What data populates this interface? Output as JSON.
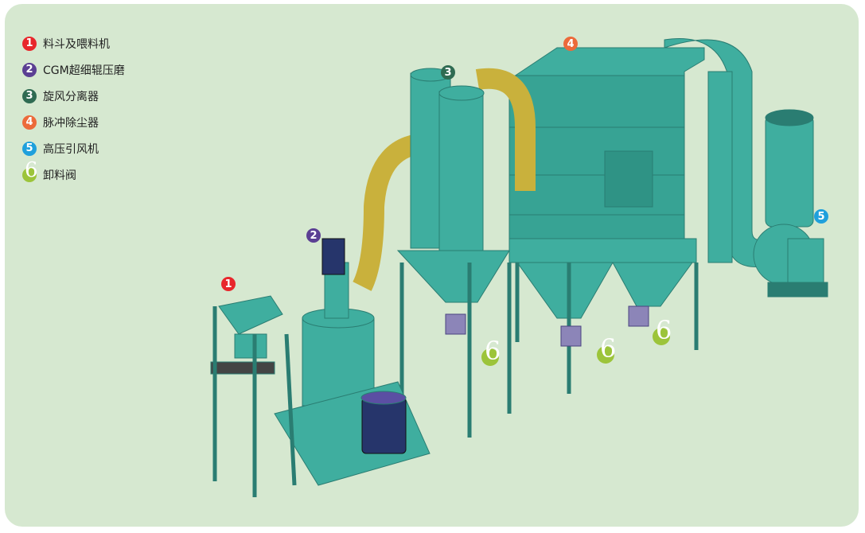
{
  "legend": [
    {
      "num": "1",
      "label": "料斗及喂料机",
      "color": "#e8262b"
    },
    {
      "num": "2",
      "label": "CGM超细辊压磨",
      "color": "#5b3f93"
    },
    {
      "num": "3",
      "label": "旋风分离器",
      "color": "#2f6b52"
    },
    {
      "num": "4",
      "label": "脉冲除尘器",
      "color": "#ec6a3a"
    },
    {
      "num": "5",
      "label": "高压引风机",
      "color": "#1fa0dc"
    },
    {
      "num": "6",
      "label": "卸料阀",
      "color": "#9cc43a"
    }
  ],
  "colors": {
    "equipment": "#3fae9f",
    "equipment_dark": "#2a7d72",
    "duct": "#c9b13c",
    "background": "#d6e8d0"
  }
}
